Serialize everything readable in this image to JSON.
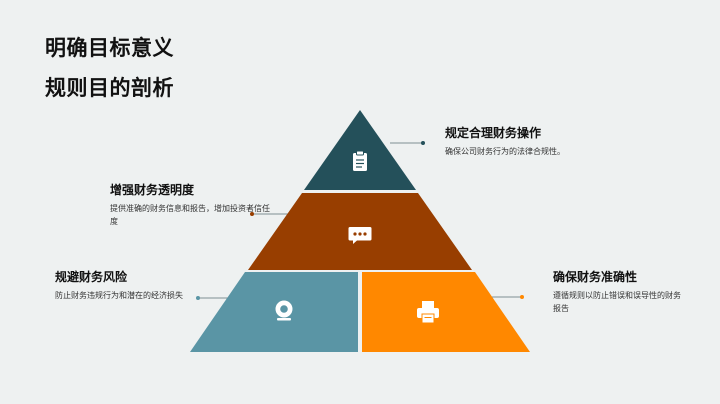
{
  "header": {
    "title": "明确目标意义",
    "subtitle": "规则目的剖析"
  },
  "pyramid": {
    "top": {
      "heading": "规定合理财务操作",
      "desc": "确保公司财务行为的法律合规性。",
      "color": "#24505a",
      "icon": "clipboard-icon"
    },
    "middle": {
      "heading": "增强财务透明度",
      "desc": "提供准确的财务信息和报告，增加投资者信任度",
      "color": "#983e00",
      "icon": "chat-bubble-icon"
    },
    "bottom_left": {
      "heading": "规避财务风险",
      "desc": "防止财务违规行为和潜在的经济损失",
      "color": "#5a95a5",
      "icon": "webcam-icon"
    },
    "bottom_right": {
      "heading": "确保财务准确性",
      "desc": "遵循规则以防止错误和误导性的财务报告",
      "color": "#ff8800",
      "icon": "printer-icon"
    }
  }
}
